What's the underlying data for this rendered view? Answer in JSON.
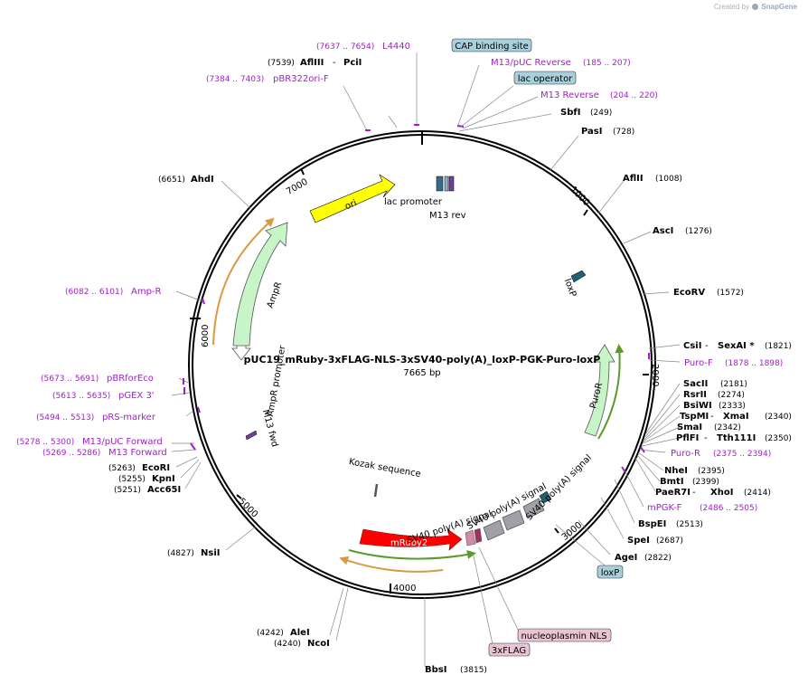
{
  "credit": {
    "prefix": "Created by",
    "brand": "SnapGene"
  },
  "plasmid": {
    "name": "pUC19_mRuby-3xFLAG-NLS-3xSV40-poly(A)_loxP-PGK-Puro-loxP",
    "size_label": "7665 bp",
    "length": 7665
  },
  "colors": {
    "enzyme": "#000000",
    "primer": "#a020c8",
    "site_box": "#a8d0dc",
    "pink_box": "#e8c4d4",
    "backbone": "#000000"
  },
  "ticks": [
    "1000",
    "2000",
    "3000",
    "4000",
    "5000",
    "6000",
    "7000"
  ],
  "features": {
    "ori": "ori",
    "ampr": "AmpR",
    "ampr_promoter": "AmpR promoter",
    "puror": "PuroR",
    "mruby2": "mRuby2",
    "lac_promoter": "lac promoter",
    "m13_rev": "M13 rev",
    "m13_fwd": "M13 fwd",
    "loxp": "loxP",
    "kozak": "Kozak sequence",
    "sv40_1": "SV40 poly(A) signal",
    "sv40_2": "SV40 poly(A) signal",
    "sv40_3": "SV40 poly(A) signal"
  },
  "sites": {
    "cap": "CAP binding site",
    "lac_operator": "lac operator",
    "loxp_box": "loxP",
    "nls": "nucleoplasmin NLS",
    "flag": "3xFLAG"
  },
  "enzymes": {
    "pcii": {
      "pos": "(7539)",
      "name": "AflIII",
      "sep": " - ",
      "name2": "PciI"
    },
    "sbfi": {
      "name": "SbfI",
      "pos": "(249)"
    },
    "pasi": {
      "name": "PasI",
      "pos": "(728)"
    },
    "aflii": {
      "name": "AflII",
      "pos": "(1008)"
    },
    "asci": {
      "name": "AscI",
      "pos": "(1276)"
    },
    "ecorv": {
      "name": "EcoRV",
      "pos": "(1572)"
    },
    "csii": {
      "name": "CsiI",
      "sep": " - ",
      "name2": "SexAI *",
      "pos": "(1821)"
    },
    "sacii": {
      "name": "SacII",
      "pos": "(2181)"
    },
    "rsrii": {
      "name": "RsrII",
      "pos": "(2274)"
    },
    "bsiwi": {
      "name": "BsiWI",
      "pos": "(2333)"
    },
    "tspmi": {
      "name": "TspMI",
      "sep": " - ",
      "name2": "XmaI",
      "pos": "(2340)"
    },
    "smai": {
      "name": "SmaI",
      "pos": "(2342)"
    },
    "pflfi": {
      "name": "PflFI",
      "sep": " - ",
      "name2": "Tth111I",
      "pos": "(2350)"
    },
    "nhei": {
      "name": "NheI",
      "pos": "(2395)"
    },
    "bmti": {
      "name": "BmtI",
      "pos": "(2399)"
    },
    "paer7i": {
      "name": "PaeR7I",
      "sep": " - ",
      "name2": "XhoI",
      "pos": "(2414)"
    },
    "bspei": {
      "name": "BspEI",
      "pos": "(2513)"
    },
    "spei": {
      "name": "SpeI",
      "pos": "(2687)"
    },
    "agei": {
      "name": "AgeI",
      "pos": "(2822)"
    },
    "bbsi": {
      "name": "BbsI",
      "pos": "(3815)"
    },
    "alei": {
      "pos": "(4242)",
      "name": "AleI"
    },
    "ncoi": {
      "pos": "(4240)",
      "name": "NcoI"
    },
    "nsii": {
      "pos": "(4827)",
      "name": "NsiI"
    },
    "ecori": {
      "pos": "(5263)",
      "name": "EcoRI"
    },
    "kpni": {
      "pos": "(5255)",
      "name": "KpnI"
    },
    "acc65i": {
      "pos": "(5251)",
      "name": "Acc65I"
    },
    "ahdi": {
      "pos": "(6651)",
      "name": "AhdI"
    }
  },
  "primers": {
    "l4440": {
      "pos": "(7637 .. 7654)",
      "name": "L4440"
    },
    "m13puc_rev": {
      "name": "M13/pUC Reverse",
      "pos": "(185 .. 207)"
    },
    "m13_reverse": {
      "name": "M13 Reverse",
      "pos": "(204 .. 220)"
    },
    "pbr322ori": {
      "pos": "(7384 .. 7403)",
      "name": "pBR322ori-F"
    },
    "ampr": {
      "pos": "(6082 .. 6101)",
      "name": "Amp-R"
    },
    "pbrforeco": {
      "pos": "(5673 .. 5691)",
      "name": "pBRforEco"
    },
    "pgex3": {
      "pos": "(5613 .. 5635)",
      "name": "pGEX 3'"
    },
    "prs": {
      "pos": "(5494 .. 5513)",
      "name": "pRS-marker"
    },
    "m13puc_fwd": {
      "pos": "(5278 .. 5300)",
      "name": "M13/pUC Forward"
    },
    "m13_forward": {
      "pos": "(5269 .. 5286)",
      "name": "M13 Forward"
    },
    "puro_f": {
      "name": "Puro-F",
      "pos": "(1878 .. 1898)"
    },
    "puro_r": {
      "name": "Puro-R",
      "pos": "(2375 .. 2394)"
    },
    "mpgk_f": {
      "name": "mPGK-F",
      "pos": "(2486 .. 2505)"
    }
  }
}
